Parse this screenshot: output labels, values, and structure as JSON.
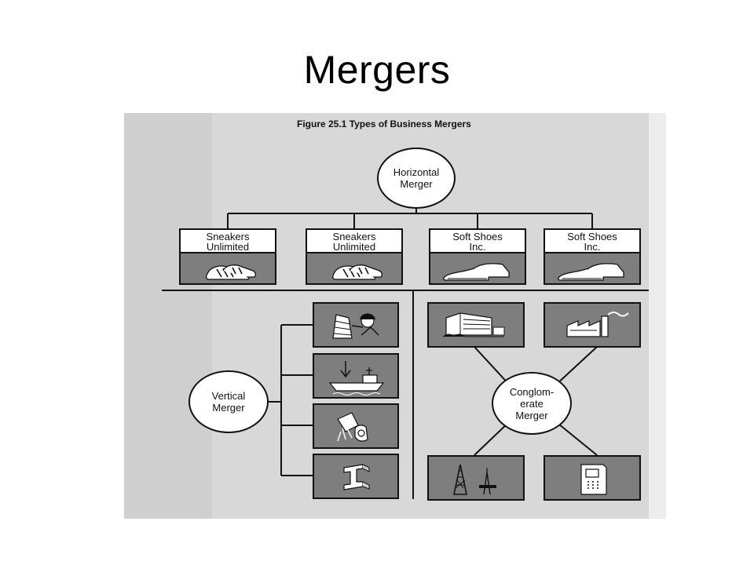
{
  "slide": {
    "title": "Mergers"
  },
  "figure": {
    "caption": "Figure 25.1 Types of Business Mergers",
    "horizontal": {
      "label": "Horizontal\nMerger",
      "companies": [
        {
          "name": "Sneakers\nUnlimited",
          "icon": "sneaker-icon"
        },
        {
          "name": "Sneakers\nUnlimited",
          "icon": "sneaker-icon"
        },
        {
          "name": "Soft Shoes\nInc.",
          "icon": "soft-shoe-icon"
        },
        {
          "name": "Soft Shoes\nInc.",
          "icon": "soft-shoe-icon"
        }
      ]
    },
    "vertical": {
      "label": "Vertical\nMerger",
      "stages": [
        "mining-icon",
        "cargo-ship-icon",
        "steel-mill-icon",
        "steel-beam-icon"
      ]
    },
    "conglomerate": {
      "label": "Conglom-\nerate\nMerger",
      "businesses": [
        "office-building-icon",
        "factory-icon",
        "oil-rig-icon",
        "atm-machine-icon"
      ]
    }
  },
  "colors": {
    "box_fill": "#7e7e7e",
    "scan_bg": "#d8d8d8",
    "line": "#111111"
  }
}
